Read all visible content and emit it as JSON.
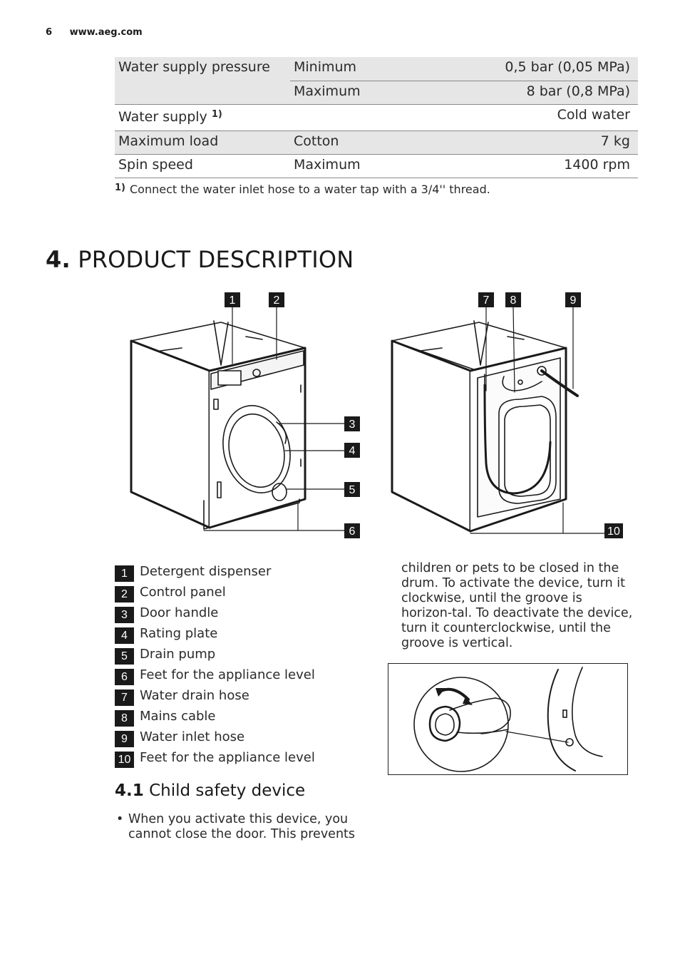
{
  "header": {
    "page_number": "6",
    "site": "www.aeg.com"
  },
  "spec_table": {
    "rows": [
      {
        "label": "Water supply pressure",
        "sub": "Minimum",
        "value": "0,5 bar (0,05 MPa)"
      },
      {
        "label": "",
        "sub": "Maximum",
        "value": "8 bar (0,8 MPa)"
      },
      {
        "label": "Water supply",
        "label_note": "1)",
        "sub": "",
        "value": "Cold water"
      },
      {
        "label": "Maximum load",
        "sub": "Cotton",
        "value": "7 kg"
      },
      {
        "label": "Spin speed",
        "sub": "Maximum",
        "value": "1400 rpm"
      }
    ],
    "footnote_mark": "1)",
    "footnote": "Connect the water inlet hose to a water tap with a 3/4'' thread."
  },
  "section": {
    "number": "4.",
    "title": "PRODUCT DESCRIPTION"
  },
  "callouts": [
    "1",
    "2",
    "3",
    "4",
    "5",
    "6",
    "7",
    "8",
    "9",
    "10"
  ],
  "legend": [
    {
      "num": "1",
      "text": "Detergent dispenser"
    },
    {
      "num": "2",
      "text": "Control panel"
    },
    {
      "num": "3",
      "text": "Door handle"
    },
    {
      "num": "4",
      "text": "Rating plate"
    },
    {
      "num": "5",
      "text": "Drain pump"
    },
    {
      "num": "6",
      "text": "Feet for the appliance level"
    },
    {
      "num": "7",
      "text": "Water drain hose"
    },
    {
      "num": "8",
      "text": "Mains cable"
    },
    {
      "num": "9",
      "text": "Water inlet hose"
    },
    {
      "num": "10",
      "text": "Feet for the appliance level"
    }
  ],
  "subsection": {
    "number": "4.1",
    "title": "Child safety device"
  },
  "bullet_text": "When you activate this device, you cannot close the door. This prevents",
  "continued_text": "children or pets to be closed in the drum. To activate the device, turn it clockwise, until the groove is horizon-tal. To deactivate the device, turn it counterclockwise, until the groove is vertical."
}
